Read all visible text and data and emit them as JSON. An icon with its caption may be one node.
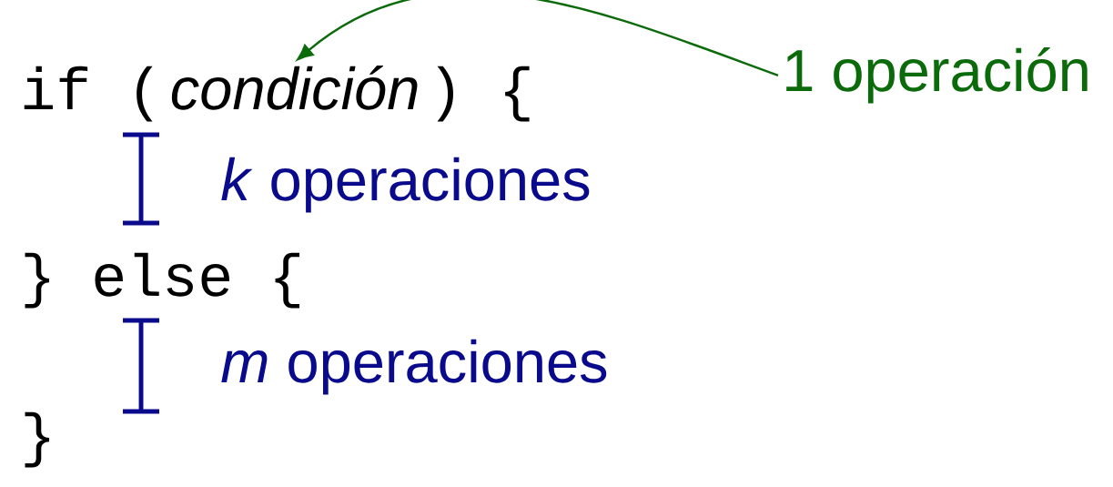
{
  "diagram": {
    "nodes": [
      {
        "text": [
          "1 operación"
        ]
      },
      {
        "text": [
          "condición"
        ]
      }
    ],
    "edges": [
      {
        "from": 0,
        "to": 1,
        "arrow": "to",
        "color": "#0b6b0b"
      }
    ],
    "labels": [
      "if (",
      ") {",
      "*k* operaciones",
      "} else {",
      "*m* operaciones",
      "}"
    ]
  }
}
